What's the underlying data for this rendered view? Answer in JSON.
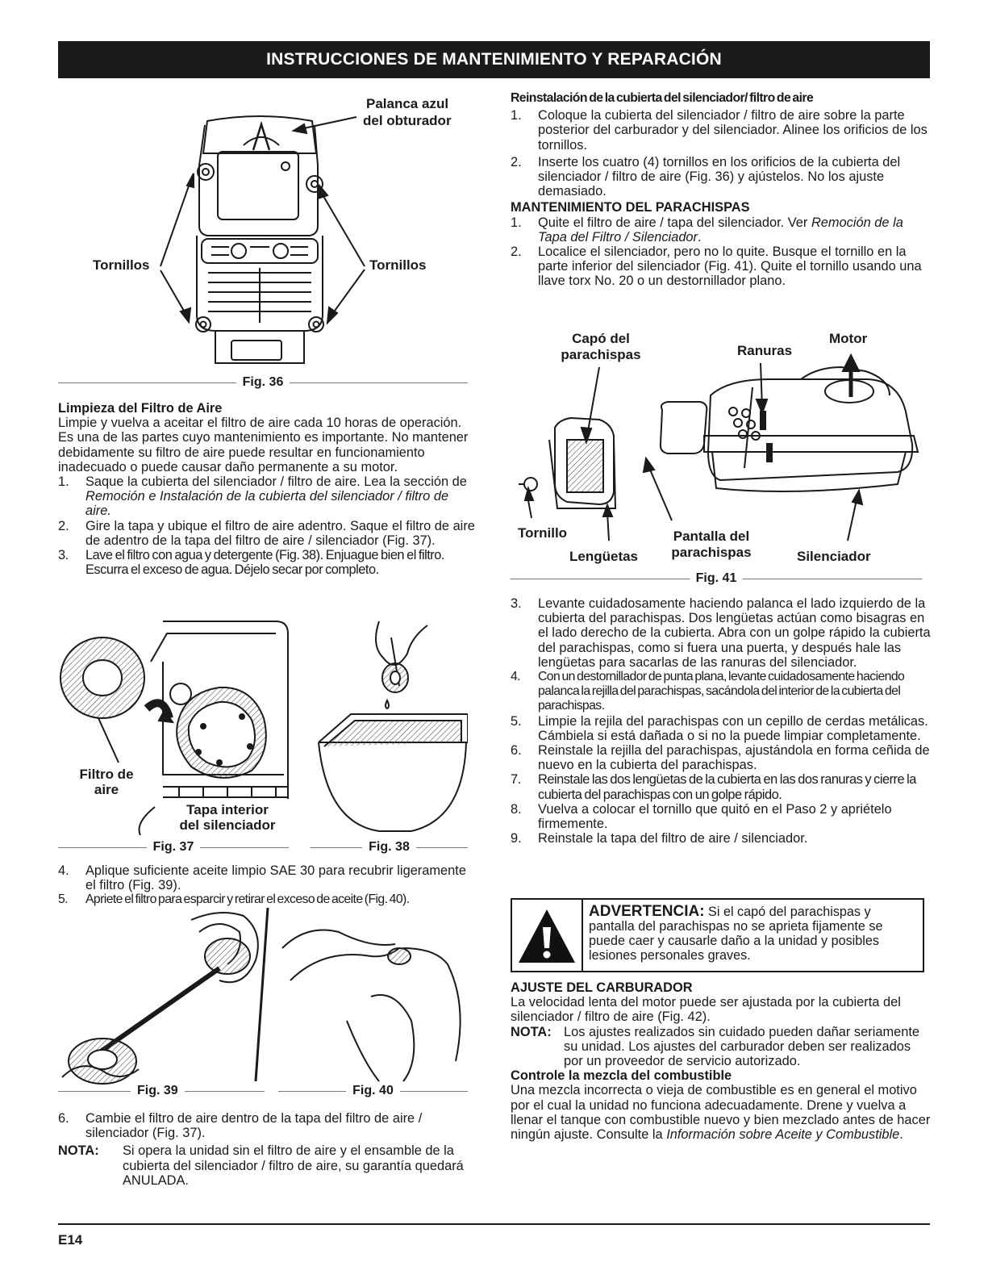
{
  "header": {
    "title": "INSTRUCCIONES DE MANTENIMIENTO Y REPARACIÓN"
  },
  "fig36": {
    "caption": "Fig. 36",
    "label_lever_1": "Palanca azul",
    "label_lever_2": "del obturador",
    "label_screws_left": "Tornillos",
    "label_screws_right": "Tornillos"
  },
  "air_filter": {
    "heading": "Limpieza del Filtro de Aire",
    "intro": "Limpie y vuelva a aceitar el filtro de aire cada 10 horas de operación. Es una de las partes cuyo mantenimiento es importante. No mantener debidamente su filtro de aire puede resultar en funcionamiento inadecuado o puede causar daño permanente a su motor.",
    "step1_num": "1.",
    "step1_a": "Saque la cubierta del silenciador / filtro de aire. Lea la sección de ",
    "step1_em": "Remoción e Instalación de la cubierta del silenciador / filtro de aire.",
    "step2_num": "2.",
    "step2": "Gire la tapa y ubique el filtro de aire adentro. Saque el filtro de aire de adentro de la tapa del filtro de aire / silenciador (Fig. 37).",
    "step3_num": "3.",
    "step3": "Lave el filtro con agua y detergente (Fig. 38). Enjuague bien el filtro. Escurra el exceso de agua. Déjelo secar por completo.",
    "step4_num": "4.",
    "step4": "Aplique suficiente aceite limpio SAE 30 para recubrir ligeramente el filtro (Fig. 39).",
    "step5_num": "5.",
    "step5": "Apriete el filtro para esparcir y retirar el exceso de aceite (Fig. 40).",
    "step6_num": "6.",
    "step6": "Cambie el filtro de aire dentro de la tapa del filtro de aire / silenciador (Fig. 37).",
    "nota_label": "NOTA:",
    "nota_text": "Si opera la unidad sin el filtro de aire y el ensamble de la cubierta del silenciador / filtro de aire, su garantía quedará ANULADA."
  },
  "fig37": {
    "caption": "Fig. 37",
    "label_filter_1": "Filtro de",
    "label_filter_2": "aire",
    "label_cap_1": "Tapa interior",
    "label_cap_2": "del silenciador"
  },
  "fig38": {
    "caption": "Fig. 38"
  },
  "fig39": {
    "caption": "Fig. 39"
  },
  "fig40": {
    "caption": "Fig. 40"
  },
  "reinstall": {
    "heading": "Reinstalación de la cubierta del silenciador/ filtro de aire",
    "step1_num": "1.",
    "step1": "Coloque la cubierta del silenciador / filtro de aire sobre la parte posterior del carburador y del silenciador. Alinee los orificios de los tornillos.",
    "step2_num": "2.",
    "step2": "Inserte los cuatro (4) tornillos en los orificios de la cubierta del silenciador / filtro de aire (Fig. 36) y ajústelos. No los ajuste demasiado."
  },
  "spark": {
    "heading": "MANTENIMIENTO DEL PARACHISPAS",
    "step1_num": "1.",
    "step1_a": "Quite el filtro de aire / tapa del silenciador. Ver ",
    "step1_em": "Remoción de la Tapa del Filtro / Silenciador",
    "step1_end": ".",
    "step2_num": "2.",
    "step2": "Localice el silenciador, pero no lo quite. Busque el tornillo en la parte inferior del silenciador (Fig. 41). Quite el tornillo usando una llave torx No. 20 o un destornillador plano.",
    "step3_num": "3.",
    "step3": "Levante cuidadosamente haciendo palanca el lado izquierdo de la cubierta del parachispas. Dos lengüetas actúan como bisagras en el lado derecho de la cubierta. Abra con un golpe rápido la cubierta del parachispas, como si fuera una puerta, y después hale las lengüetas para sacarlas de las ranuras del silenciador.",
    "step4_num": "4.",
    "step4": "Con un destornillador de punta plana, levante cuidadosamente haciendo palanca la rejilla del parachispas, sacándola del interior de la cubierta del parachispas.",
    "step5_num": "5.",
    "step5": "Limpie la rejila del parachispas con un cepillo de cerdas metálicas. Cámbiela si está dañada o si no la puede limpiar completamente.",
    "step6_num": "6.",
    "step6": "Reinstale la rejilla del parachispas, ajustándola en forma ceñida de nuevo en la cubierta del parachispas.",
    "step7_num": "7.",
    "step7": "Reinstale las dos lengüetas de la cubierta en las dos ranuras y cierre la cubierta del parachispas con un golpe rápido.",
    "step8_num": "8.",
    "step8": "Vuelva a colocar el tornillo que quitó en el Paso 2 y apriételo firmemente.",
    "step9_num": "9.",
    "step9": "Reinstale la tapa del filtro de aire / silenciador."
  },
  "fig41": {
    "caption": "Fig. 41",
    "label_cap_1": "Capó del",
    "label_cap_2": "parachispas",
    "label_slots": "Ranuras",
    "label_motor": "Motor",
    "label_screw": "Tornillo",
    "label_tabs": "Lengüetas",
    "label_screen_1": "Pantalla del",
    "label_screen_2": "parachispas",
    "label_muffler": "Silenciador"
  },
  "warning": {
    "title": "ADVERTENCIA:",
    "text": " Si el capó del parachispas y pantalla del parachispas no se aprieta fijamente se puede caer y causarle daño a la unidad y posibles lesiones personales graves."
  },
  "carb": {
    "heading": "AJUSTE DEL CARBURADOR",
    "text": "La velocidad lenta del motor puede ser ajustada por la cubierta del silenciador / filtro de aire (Fig. 42).",
    "nota_label": "NOTA:",
    "nota_text": "Los ajustes realizados sin cuidado pueden dañar seriamente su unidad. Los ajustes del carburador deben ser realizados por un proveedor de servicio autorizado.",
    "sub_heading": "Controle la mezcla del combustible",
    "sub_text": "Una mezcla incorrecta o vieja de combustible es en general el motivo por el cual la unidad no funciona adecuadamente. Drene y vuelva a llenar el tanque con combustible nuevo y bien mezclado antes de hacer ningún ajuste. Consulte la ",
    "sub_em": "Información sobre Aceite y Combustible",
    "sub_end": "."
  },
  "footer": {
    "page": "E14"
  }
}
